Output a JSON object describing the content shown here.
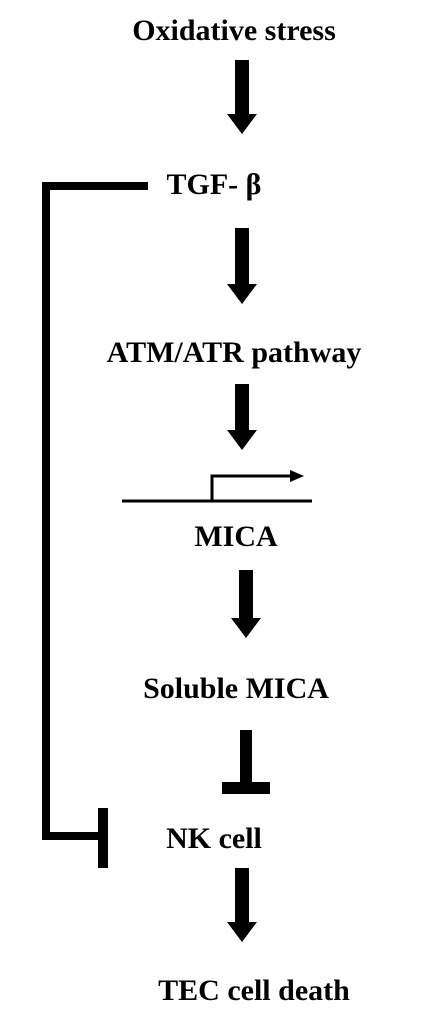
{
  "nodes": {
    "oxidative_stress": "Oxidative stress",
    "tgf_beta": "TGF- β",
    "atm_atr": "ATM/ATR pathway",
    "mica": "MICA",
    "soluble_mica": "Soluble MICA",
    "nk_cell": "NK cell",
    "tec_death": "TEC cell death"
  },
  "colors": {
    "ink": "#000000",
    "background": "#ffffff"
  }
}
